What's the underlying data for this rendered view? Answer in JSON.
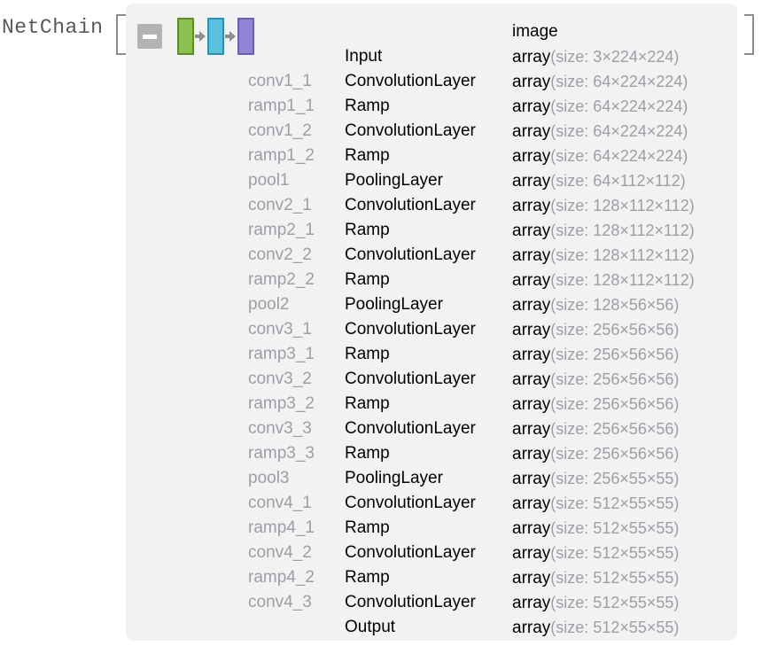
{
  "expression": {
    "head": "NetChain",
    "bracket_open": "[",
    "bracket_close": "]"
  },
  "summary": {
    "collapse_button_label": "−",
    "collapse_icon": "minus-icon",
    "chain_icon": "net-chain-glyph",
    "nodes": [
      {
        "name": "chain-node-green",
        "fill": "#8CC152",
        "border": "#5E8C2C"
      },
      {
        "name": "chain-node-blue",
        "fill": "#5BC0DE",
        "border": "#2C8FB0"
      },
      {
        "name": "chain-node-purple",
        "fill": "#9085D4",
        "border": "#6A5FB0"
      }
    ],
    "arrow_icon": "arrow-right-icon",
    "arrow_color": "#8E8E8E"
  },
  "colors": {
    "panel_background": "#f2f2f2",
    "page_background": "#ffffff",
    "name_text": "#9a9fa6",
    "type_text": "#000000",
    "detail_text": "#9a9fa6",
    "bracket": "#8a8d8f",
    "collapse_button": "#b3b3b3"
  },
  "table": {
    "port_header": "image",
    "columns": [
      "name",
      "type",
      "shape"
    ],
    "rows": [
      {
        "name": "",
        "type": "Input",
        "shape_head": "array",
        "shape_detail": "(size: 3×224×224)"
      },
      {
        "name": "conv1_1",
        "type": "ConvolutionLayer",
        "shape_head": "array",
        "shape_detail": "(size: 64×224×224)"
      },
      {
        "name": "ramp1_1",
        "type": "Ramp",
        "shape_head": "array",
        "shape_detail": "(size: 64×224×224)"
      },
      {
        "name": "conv1_2",
        "type": "ConvolutionLayer",
        "shape_head": "array",
        "shape_detail": "(size: 64×224×224)"
      },
      {
        "name": "ramp1_2",
        "type": "Ramp",
        "shape_head": "array",
        "shape_detail": "(size: 64×224×224)"
      },
      {
        "name": "pool1",
        "type": "PoolingLayer",
        "shape_head": "array",
        "shape_detail": "(size: 64×112×112)"
      },
      {
        "name": "conv2_1",
        "type": "ConvolutionLayer",
        "shape_head": "array",
        "shape_detail": "(size: 128×112×112)"
      },
      {
        "name": "ramp2_1",
        "type": "Ramp",
        "shape_head": "array",
        "shape_detail": "(size: 128×112×112)"
      },
      {
        "name": "conv2_2",
        "type": "ConvolutionLayer",
        "shape_head": "array",
        "shape_detail": "(size: 128×112×112)"
      },
      {
        "name": "ramp2_2",
        "type": "Ramp",
        "shape_head": "array",
        "shape_detail": "(size: 128×112×112)"
      },
      {
        "name": "pool2",
        "type": "PoolingLayer",
        "shape_head": "array",
        "shape_detail": "(size: 128×56×56)"
      },
      {
        "name": "conv3_1",
        "type": "ConvolutionLayer",
        "shape_head": "array",
        "shape_detail": "(size: 256×56×56)"
      },
      {
        "name": "ramp3_1",
        "type": "Ramp",
        "shape_head": "array",
        "shape_detail": "(size: 256×56×56)"
      },
      {
        "name": "conv3_2",
        "type": "ConvolutionLayer",
        "shape_head": "array",
        "shape_detail": "(size: 256×56×56)"
      },
      {
        "name": "ramp3_2",
        "type": "Ramp",
        "shape_head": "array",
        "shape_detail": "(size: 256×56×56)"
      },
      {
        "name": "conv3_3",
        "type": "ConvolutionLayer",
        "shape_head": "array",
        "shape_detail": "(size: 256×56×56)"
      },
      {
        "name": "ramp3_3",
        "type": "Ramp",
        "shape_head": "array",
        "shape_detail": "(size: 256×56×56)"
      },
      {
        "name": "pool3",
        "type": "PoolingLayer",
        "shape_head": "array",
        "shape_detail": "(size: 256×55×55)"
      },
      {
        "name": "conv4_1",
        "type": "ConvolutionLayer",
        "shape_head": "array",
        "shape_detail": "(size: 512×55×55)"
      },
      {
        "name": "ramp4_1",
        "type": "Ramp",
        "shape_head": "array",
        "shape_detail": "(size: 512×55×55)"
      },
      {
        "name": "conv4_2",
        "type": "ConvolutionLayer",
        "shape_head": "array",
        "shape_detail": "(size: 512×55×55)"
      },
      {
        "name": "ramp4_2",
        "type": "Ramp",
        "shape_head": "array",
        "shape_detail": "(size: 512×55×55)"
      },
      {
        "name": "conv4_3",
        "type": "ConvolutionLayer",
        "shape_head": "array",
        "shape_detail": "(size: 512×55×55)"
      },
      {
        "name": "",
        "type": "Output",
        "shape_head": "array",
        "shape_detail": "(size: 512×55×55)"
      }
    ]
  }
}
